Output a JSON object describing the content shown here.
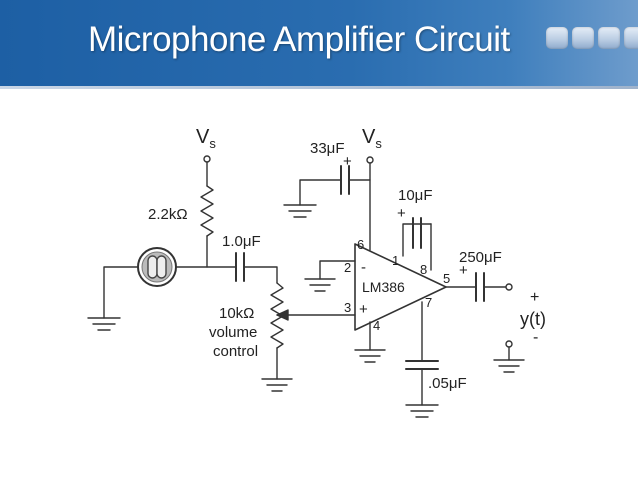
{
  "slide": {
    "title": "Microphone Amplifier Circuit"
  },
  "colors": {
    "banner": "#1d5fa4",
    "title_text": "#ffffff",
    "wire": "#333333"
  },
  "circuit": {
    "supply_left": {
      "main": "V",
      "sub": "s"
    },
    "supply_right": {
      "main": "V",
      "sub": "s"
    },
    "resistor_bias": "2.2kΩ",
    "cap_input": "1.0μF",
    "cap_supply": "33μF",
    "cap_gain": "10μF",
    "cap_output": "250μF",
    "cap_filter": ".05μF",
    "pot_value": "10kΩ",
    "pot_line1": "volume",
    "pot_line2": "control",
    "amp": "LM386",
    "pins": {
      "p1": "1",
      "p2": "2",
      "p3": "3",
      "p4": "4",
      "p5": "5",
      "p6": "6",
      "p7": "7",
      "p8": "8"
    },
    "minus": "-",
    "plus": "+",
    "output": {
      "plus": "+",
      "label": "y(t)",
      "minus": "-"
    }
  }
}
